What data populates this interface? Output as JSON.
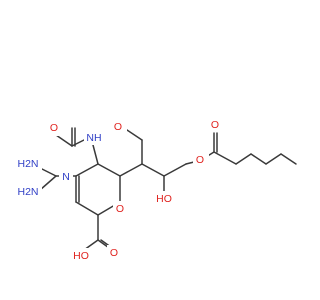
{
  "colors": {
    "bond": "#3a3a3a",
    "carbon": "#3a3a3a",
    "nitrogen": "#2f3ec6",
    "oxygen": "#e0231f",
    "background": "#ffffff"
  },
  "atoms": {
    "o_acetyl": "O",
    "nh_amide": "NH",
    "o_methoxy": "O",
    "nh_guanidine": "N",
    "nh2_upper": "H2N",
    "nh2_lower": "H2N",
    "o_ring": "O",
    "oh_side": "HO",
    "o_ester": "O",
    "o_carbonyl": "O",
    "acid_oh": "HO",
    "acid_o": "O"
  }
}
